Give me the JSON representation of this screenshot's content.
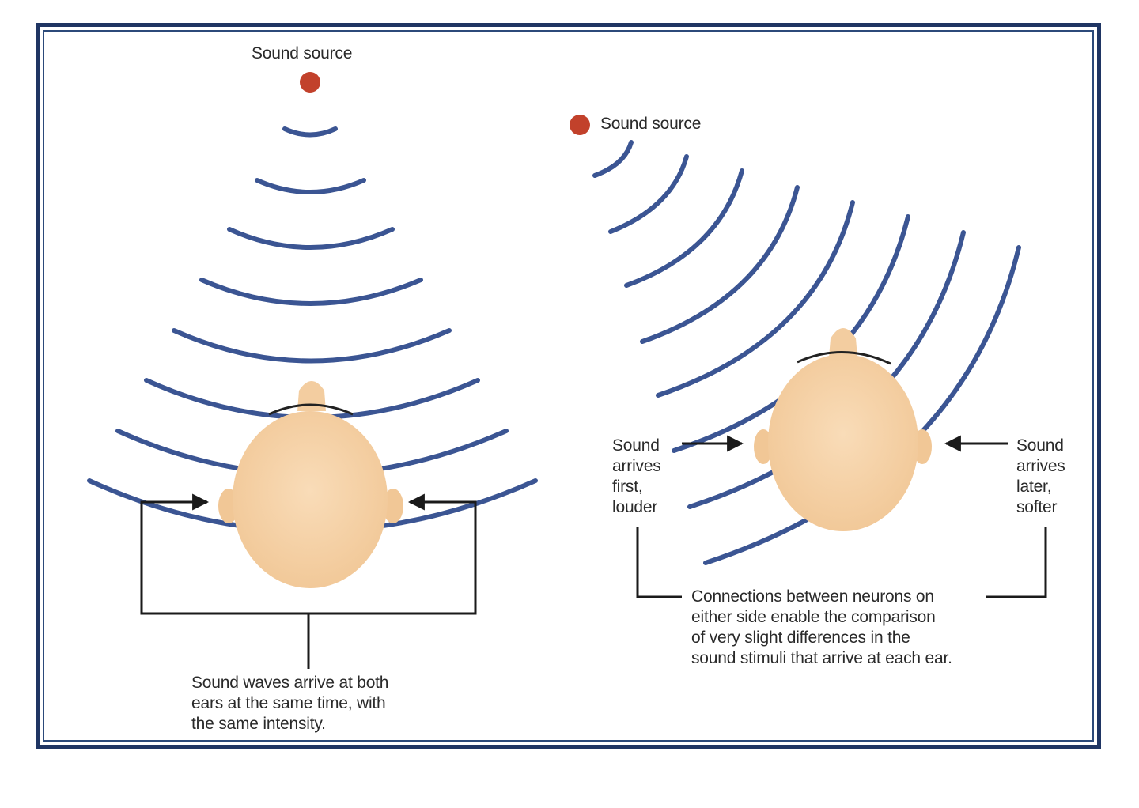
{
  "colors": {
    "frame": "#1f3563",
    "wave": "#3b5593",
    "source_dot": "#c2412b",
    "skin": "#f6d1a6",
    "skin_shadow": "#eebf8e",
    "arrow": "#1a1a1a",
    "text": "#2a2a2a"
  },
  "left_panel": {
    "source_label": "Sound source",
    "caption": "Sound waves arrive at both\nears at the same time, with\nthe same intensity."
  },
  "right_panel": {
    "source_label": "Sound source",
    "left_ear_label": "Sound\narrives\nfirst,\nlouder",
    "right_ear_label": "Sound\narrives\nlater,\nsofter",
    "caption": "Connections between neurons on\neither side enable the comparison\nof very slight differences in the\nsound stimuli that arrive at each ear."
  },
  "icons": {
    "sound_source": "red-dot",
    "head": "head-top-view",
    "arrow": "arrow-right"
  }
}
